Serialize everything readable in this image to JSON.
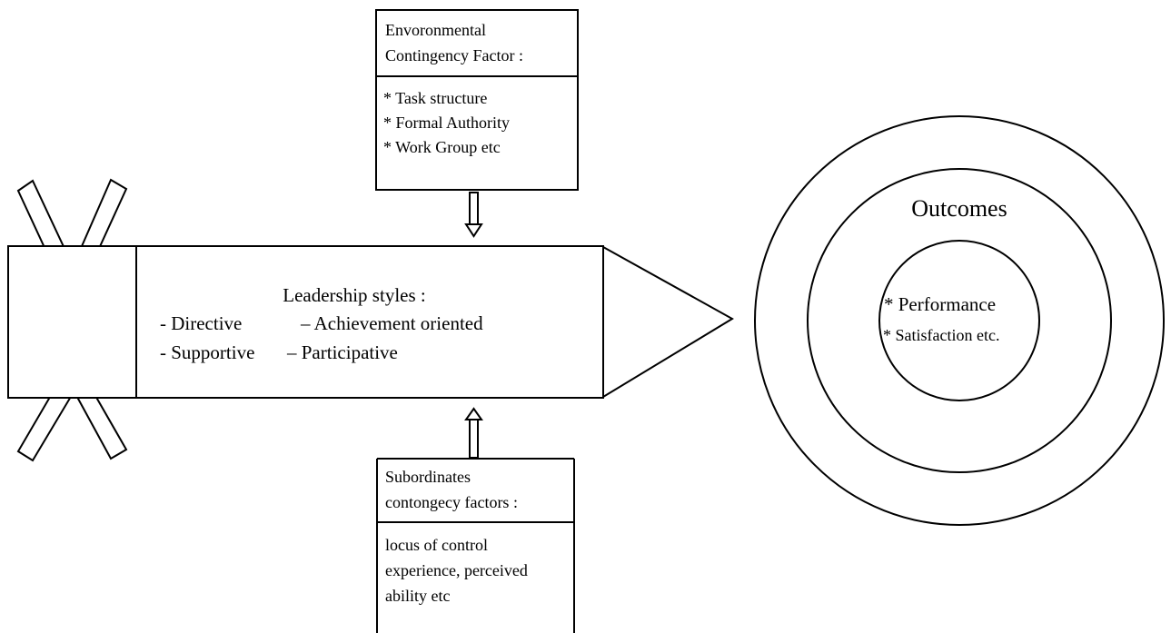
{
  "env_box": {
    "title_lines": [
      "Envoronmental",
      "Contingency Factor :"
    ],
    "items": [
      "* Task structure",
      "* Formal Authority",
      "* Work Group etc"
    ]
  },
  "leadership": {
    "title": "Leadership styles :",
    "line1_left": "- Directive",
    "line1_right": "–   Achievement oriented",
    "line2_left": "- Supportive",
    "line2_right": "–   Participative"
  },
  "sub_box": {
    "title_lines": [
      "Subordinates",
      "contongecy factors :"
    ],
    "items": [
      "locus of control",
      "experience, perceived",
      "ability etc"
    ]
  },
  "outcomes": {
    "title": "Outcomes",
    "items": [
      "* Performance",
      "* Satisfaction etc."
    ]
  }
}
